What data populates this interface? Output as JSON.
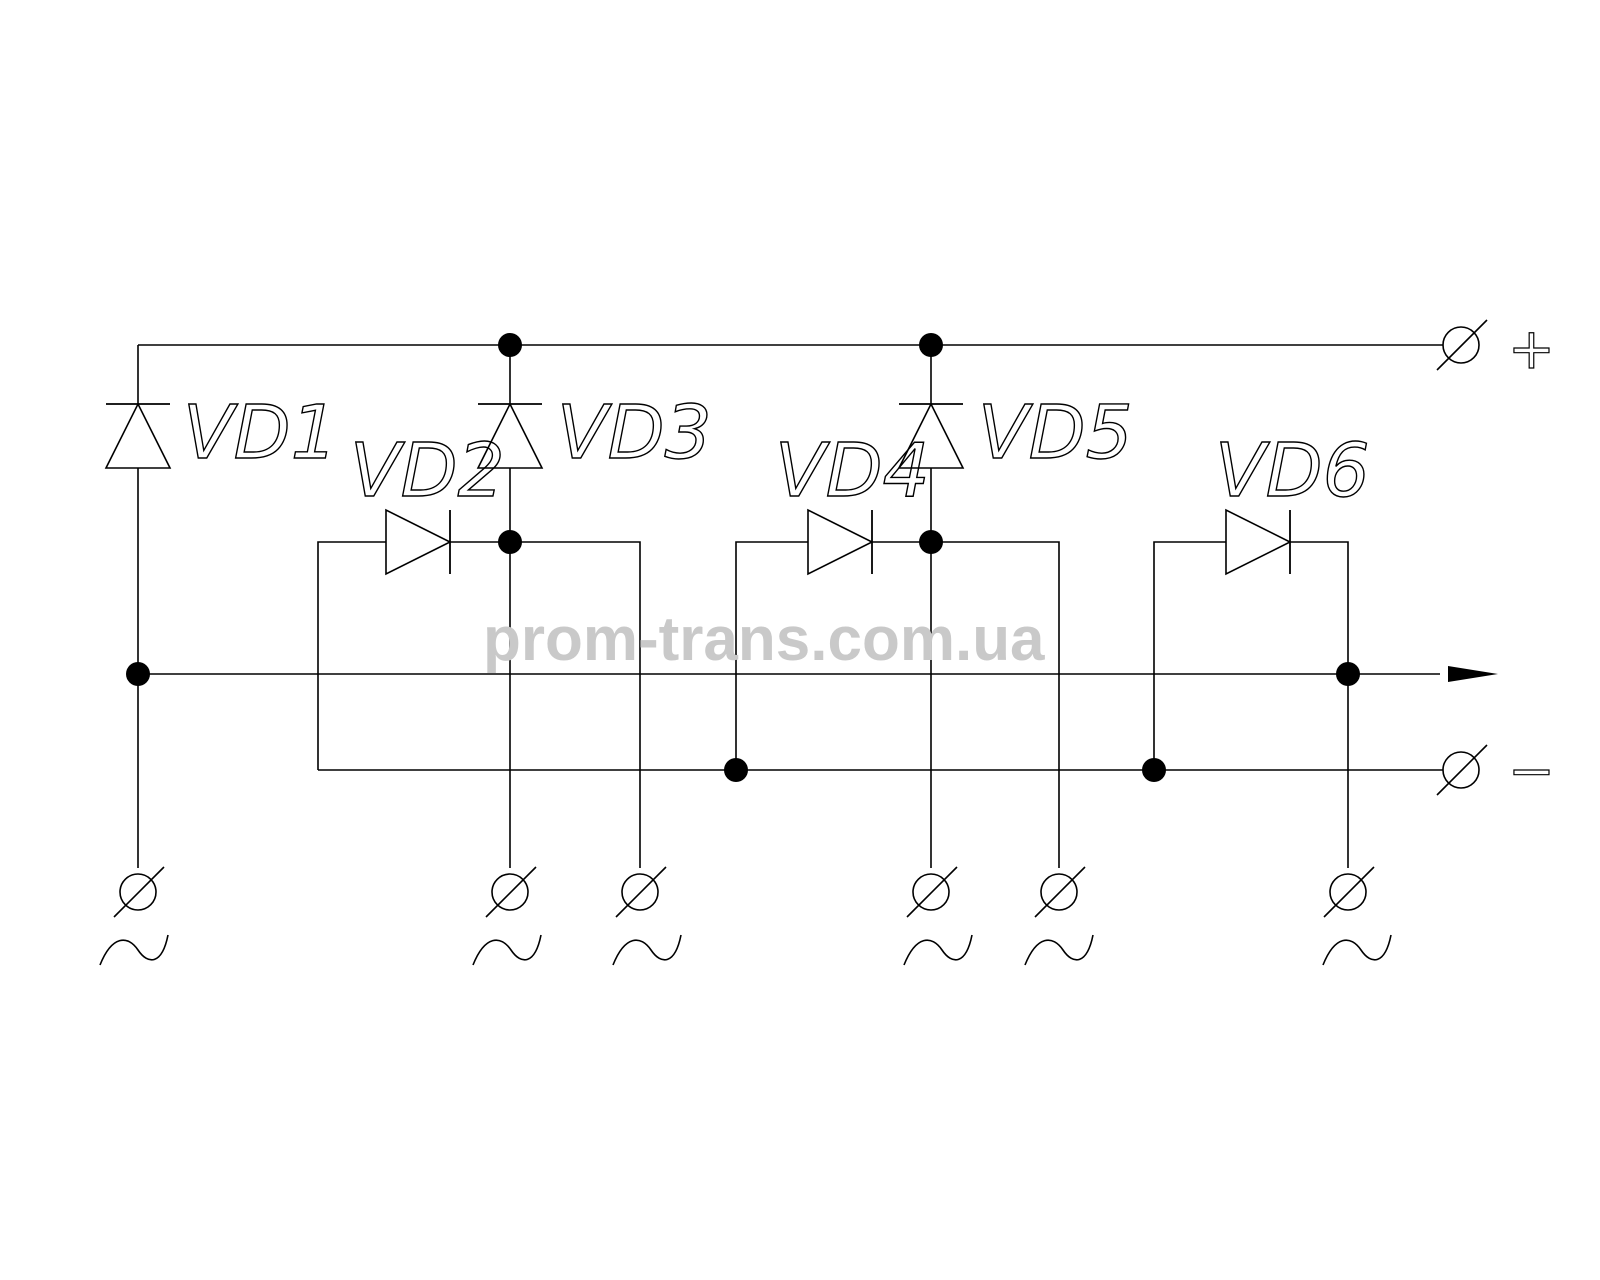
{
  "watermark": "prom-trans.com.ua",
  "diodes": [
    {
      "id": "vd1",
      "label": "VD1"
    },
    {
      "id": "vd2",
      "label": "VD2"
    },
    {
      "id": "vd3",
      "label": "VD3"
    },
    {
      "id": "vd4",
      "label": "VD4"
    },
    {
      "id": "vd5",
      "label": "VD5"
    },
    {
      "id": "vd6",
      "label": "VD6"
    }
  ],
  "terminals": {
    "plus": "+",
    "minus": "−",
    "ac_symbol": "~"
  }
}
